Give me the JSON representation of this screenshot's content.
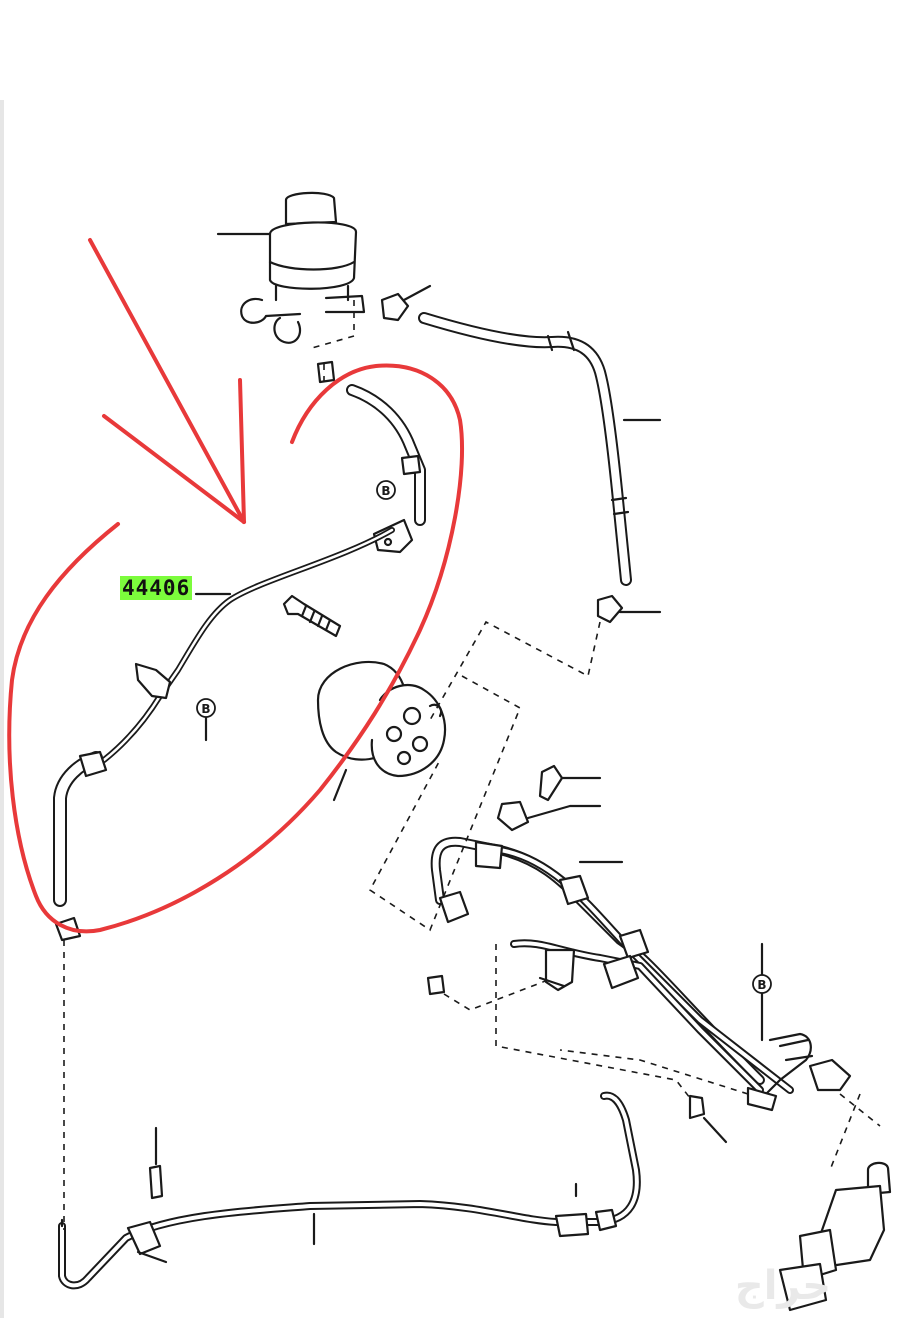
{
  "callouts": {
    "part_number": "44406",
    "ref_b": "B"
  },
  "colors": {
    "line": "#1a1a1a",
    "highlight_red": "#e8393a",
    "label_highlight": "#7CFC3C",
    "background": "#ffffff"
  },
  "watermark": "حراج"
}
